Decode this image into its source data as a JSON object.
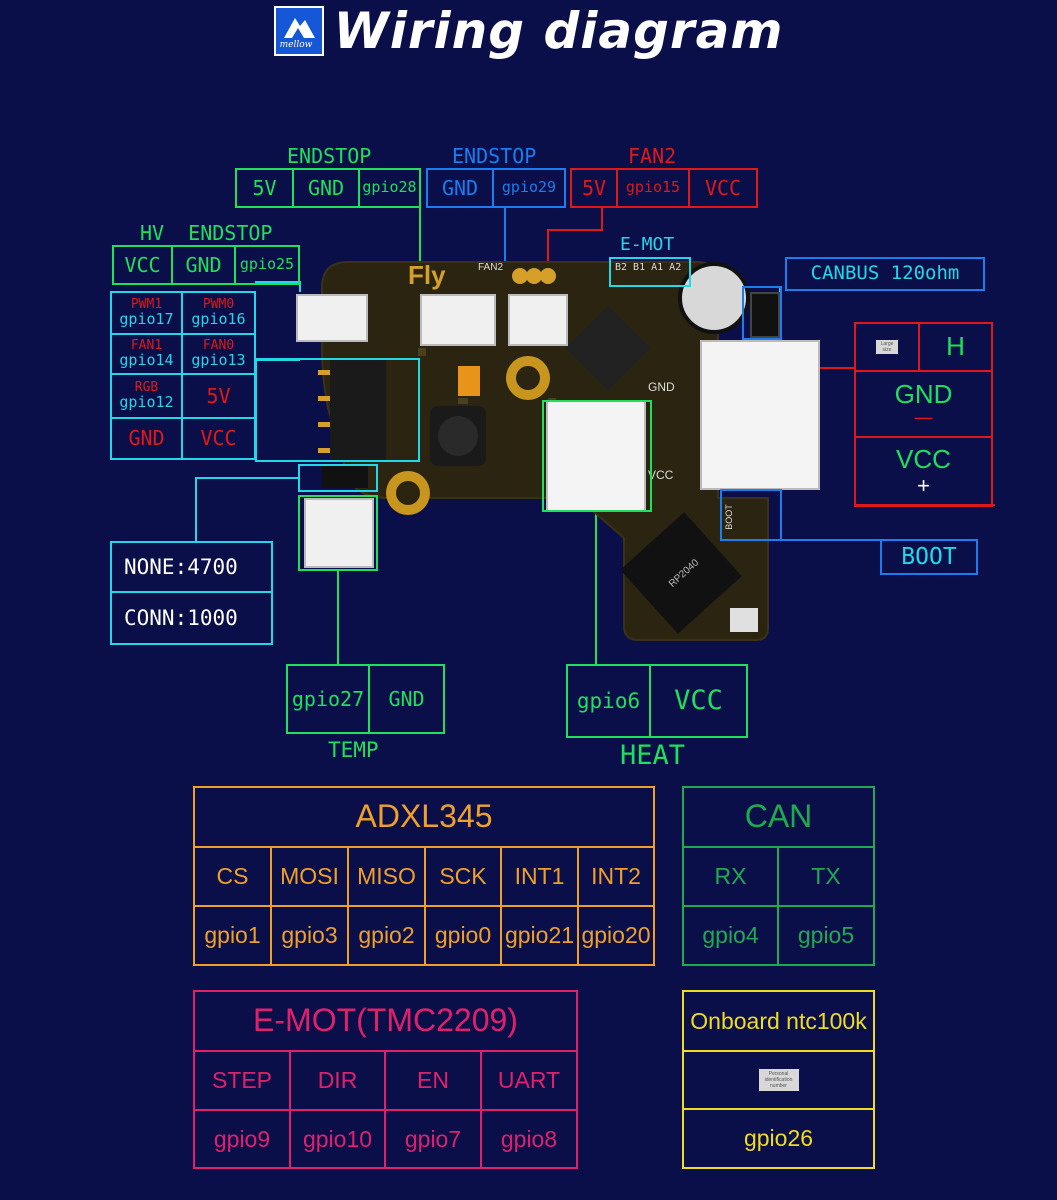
{
  "header": {
    "title": "Wiring diagram",
    "logo_text": "mellow"
  },
  "board": {
    "name": "Fly",
    "chip_label": "RP2040",
    "boot_silk": "BOOT",
    "fan_silk": "FAN2",
    "vcc_silk": "VCC",
    "gnd_silk": "GND"
  },
  "endstop1": {
    "title": "ENDSTOP",
    "pins": [
      "5V",
      "GND",
      "gpio28"
    ]
  },
  "endstop2": {
    "title": "ENDSTOP",
    "pins": [
      "GND",
      "gpio29"
    ]
  },
  "fan2": {
    "title": "FAN2",
    "pins": [
      "5V",
      "gpio15",
      "VCC"
    ]
  },
  "hv_endstop": {
    "title": "HV  ENDSTOP",
    "pins": [
      "VCC",
      "GND",
      "gpio25"
    ]
  },
  "emot_label": {
    "title": "E-MOT",
    "pins": "B2 B1 A1 A2"
  },
  "canbus": {
    "label": "CANBUS 120ohm"
  },
  "left_block": {
    "pwm1": "PWM1",
    "pwm1_gpio": "gpio17",
    "pwm0": "PWM0",
    "pwm0_gpio": "gpio16",
    "fan1": "FAN1",
    "fan1_gpio": "gpio14",
    "fan0": "FAN0",
    "fan0_gpio": "gpio13",
    "rgb": "RGB",
    "rgb_gpio": "gpio12",
    "v5": "5V",
    "gnd": "GND",
    "vcc": "VCC"
  },
  "power_block": {
    "badge": "Large size",
    "h": "H",
    "gnd": "GND",
    "minus": "—",
    "vcc": "VCC",
    "plus": "+"
  },
  "boot": {
    "label": "BOOT"
  },
  "pullup": {
    "none": "NONE:4700",
    "conn": "CONN:1000"
  },
  "temp": {
    "pins": [
      "gpio27",
      "GND"
    ],
    "title": "TEMP"
  },
  "heat": {
    "pins": [
      "gpio6",
      "VCC"
    ],
    "title": "HEAT"
  },
  "adxl": {
    "title": "ADXL345",
    "headers": [
      "CS",
      "MOSI",
      "MISO",
      "SCK",
      "INT1",
      "INT2"
    ],
    "values": [
      "gpio1",
      "gpio3",
      "gpio2",
      "gpio0",
      "gpio21",
      "gpio20"
    ]
  },
  "can": {
    "title": "CAN",
    "headers": [
      "RX",
      "TX"
    ],
    "values": [
      "gpio4",
      "gpio5"
    ]
  },
  "emot": {
    "title": "E-MOT(TMC2209)",
    "headers": [
      "STEP",
      "DIR",
      "EN",
      "UART"
    ],
    "values": [
      "gpio9",
      "gpio10",
      "gpio7",
      "gpio8"
    ]
  },
  "ntc": {
    "title": "Onboard ntc100k",
    "badge": "Personal identification number",
    "value": "gpio26"
  },
  "colors": {
    "background": "#0a0f4a",
    "green": "#1fe05a",
    "blue": "#1a7df0",
    "red": "#e01818",
    "cyan": "#20d8e8",
    "orange": "#f0a028",
    "pink": "#e0206a",
    "yellow": "#f0dc20"
  }
}
